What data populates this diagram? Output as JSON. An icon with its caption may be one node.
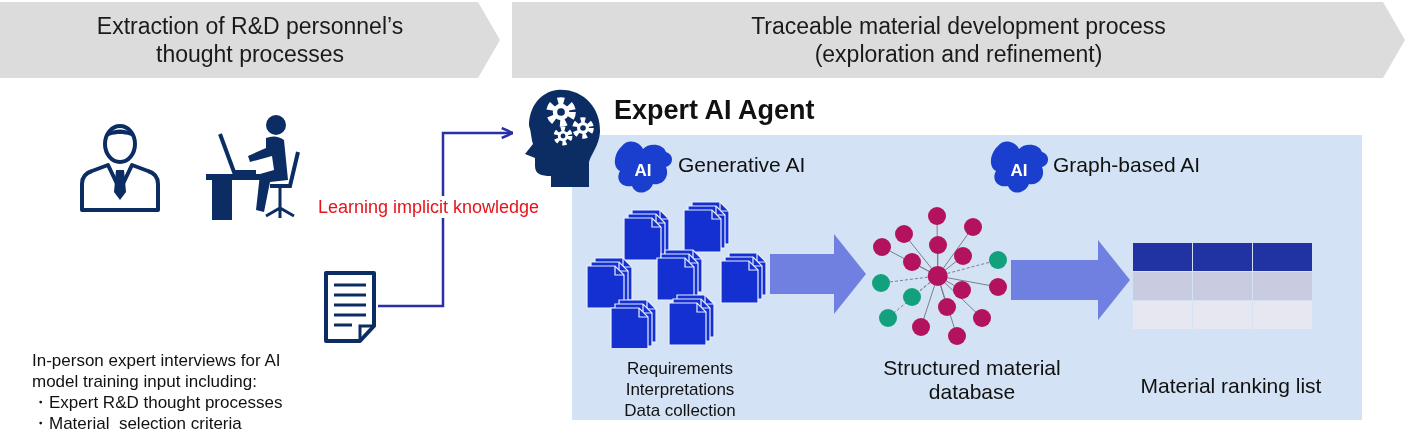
{
  "diagram": {
    "nodes": [
      {
        "text": [
          "Extraction of R&D personnel’s thought processes"
        ]
      },
      {
        "text": [
          "Traceable material development process (exploration and refinement)"
        ]
      },
      {
        "text": [],
        "shape": "person"
      },
      {
        "text": [],
        "shape": "person"
      },
      {
        "text": [],
        "shape": "picture"
      },
      {
        "text": [],
        "shape": "picture"
      },
      {
        "text": [
          "Expert AI Agent"
        ]
      },
      {
        "text": [
          "AI"
        ],
        "in": 6,
        "beside": [
          "Generative AI"
        ]
      },
      {
        "text": [
          "AI"
        ],
        "in": 6,
        "beside": [
          "Graph-based AI"
        ]
      },
      {
        "text": [],
        "shape": "picture",
        "in": 6,
        "beside": [
          "Requirements",
          "Interpretations",
          "Data collection"
        ]
      },
      {
        "text": [],
        "shape": "picture",
        "in": 6,
        "beside": [
          "Structured material database"
        ]
      },
      {
        "text": [],
        "shape": "picture",
        "in": 6,
        "beside": [
          "Material ranking list"
        ]
      }
    ],
    "edges": [
      {
        "from": 4,
        "to": 5,
        "arrow": "to",
        "label": "Learning implicit knowledge",
        "color": "#2a2fa8"
      },
      {
        "from": 9,
        "to": 10,
        "arrow": "to",
        "style": "thick"
      },
      {
        "from": 10,
        "to": 11,
        "arrow": "to",
        "style": "thick"
      }
    ],
    "labels": [
      "In-person expert interviews for AI model training input including:",
      "・Expert R&D thought processes",
      "・Material  selection criteria"
    ]
  }
}
